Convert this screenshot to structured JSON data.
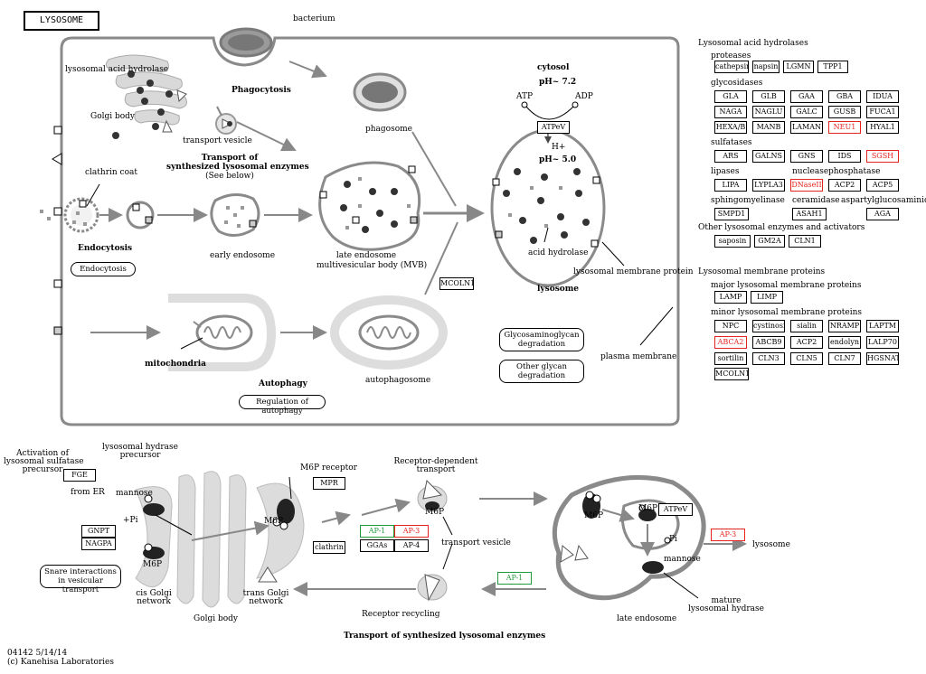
{
  "title": "LYSOSOME",
  "labels": {
    "bacterium": "bacterium",
    "lysosomal_acid_hydrolase": "lysosomal acid hydrolase",
    "golgi_body_top": "Golgi body",
    "transport_vesicle": "transport vesicle",
    "phagocytosis": "Phagocytosis",
    "phagosome": "phagosome",
    "transport_synth_1": "Transport of",
    "transport_synth_2": "synthesized lysosomal enzymes",
    "see_below": "(See below)",
    "clathrin_coat": "clathrin coat",
    "endocytosis": "Endocytosis",
    "early_endosome": "early endosome",
    "late_endosome_1": "late endosome",
    "late_endosome_2": "multivesicular body (MVB)",
    "cytosol": "cytosol",
    "ph72": "pH~ 7.2",
    "atp": "ATP",
    "adp": "ADP",
    "hplus": "H+",
    "ph50": "pH~ 5.0",
    "acid_hydrolase": "acid  hydrolase",
    "lys_membrane_protein": "lysosomal membrane protein",
    "lysosome": "lysosome",
    "mitochondria": "mitochondria",
    "autophagy": "Autophagy",
    "autophagosome": "autophagosome",
    "plasma_membrane": "plasma membrane",
    "activation_1": "Activation of",
    "activation_2": "lysosomal sulfatase",
    "activation_3": "precursor",
    "lys_hydrolase_prec_1": "lysosomal hydrase",
    "lys_hydrolase_prec_2": "precursor",
    "from_er": "from ER",
    "mannose_left": "mannose",
    "pi_plus": "+Pi",
    "m6p_a": "M6P",
    "m6p_receptor": "M6P receptor",
    "m6p_b": "M6P",
    "cis_golgi_1": "cis Golgi",
    "cis_golgi_2": "network",
    "trans_golgi_1": "trans Golgi",
    "trans_golgi_2": "network",
    "golgi_body_bottom": "Golgi body",
    "rec_dep_1": "Receptor-dependent",
    "rec_dep_2": "transport",
    "m6p_c": "M6P",
    "transport_vesicle_b": "transport vesicle",
    "receptor_recycling": "Receptor recycling",
    "m6p_d": "M6P",
    "m6p_e": "M6P",
    "pi_b": "Pi",
    "mannose_right": "mannose",
    "mature_1": "mature",
    "mature_2": "lysosomal hydrase",
    "late_endosome_b": "late endosome",
    "lysosome_b": "lysosome",
    "bottom_title": "Transport of synthesized lysosomal enzymes",
    "footer_1": "04142 5/14/14",
    "footer_2": "(c) Kanehisa Laboratories"
  },
  "rounded_boxes": {
    "endocytosis": "Endocytosis",
    "regulation_autophagy": "Regulation of autophagy",
    "gag_degradation": "Glycosaminoglycan degradation",
    "other_glycan": "Other glycan degradation",
    "snare": "Snare interactions in vesicular transport"
  },
  "diagram_boxes": {
    "atpev_top": "ATPeV",
    "mcoln1": "MCOLN1",
    "fge": "FGE",
    "gnpt": "GNPT",
    "nagpa": "NAGPA",
    "mpr": "MPR",
    "clathrin": "clathrin",
    "ap1_a": "AP-1",
    "ap3_a": "AP-3",
    "ggas": "GGAs",
    "ap4": "AP-4",
    "ap1_b": "AP-1",
    "atpev_b": "ATPeV",
    "ap3_b": "AP-3"
  },
  "legend": {
    "acid_hydrolases_title": "Lysosomal acid hydrolases",
    "proteases": "proteases",
    "protease_genes": [
      "cathepsins",
      "napsin",
      "LGMN",
      "TPP1"
    ],
    "glycosidases": "glycosidases",
    "glyco_row1": [
      "GLA",
      "GLB",
      "GAA",
      "GBA",
      "IDUA"
    ],
    "glyco_row2": [
      "NAGA",
      "NAGLU",
      "GALC",
      "GUSB",
      "FUCA1"
    ],
    "glyco_row3": [
      "HEXA/B",
      "MANB",
      "LAMAN",
      "NEU1",
      "HYAL1"
    ],
    "sulfatases": "sulfatases",
    "sulf_row": [
      "ARS",
      "GALNS",
      "GNS",
      "IDS",
      "SGSH"
    ],
    "lipases": "lipases",
    "nuclease": "nuclease",
    "phosphatase": "phosphatase",
    "lnp_row": [
      "LIPA",
      "LYPLA3",
      "DNaseII",
      "ACP2",
      "ACP5"
    ],
    "sphingomyelinase": "sphingomyelinase",
    "ceramidase": "ceramidase",
    "aspartyl": "aspartylglucosaminidase",
    "sca_row": [
      "SMPD1",
      "ASAH1",
      "AGA"
    ],
    "other_title": "Other lysosomal enzymes and activators",
    "other_row": [
      "saposin",
      "GM2A",
      "CLN1"
    ],
    "membrane_title": "Lysosomal membrane proteins",
    "major": "major lysosomal membrane proteins",
    "major_row": [
      "LAMP",
      "LIMP"
    ],
    "minor": "minor lysosomal membrane proteins",
    "minor_row1": [
      "NPC",
      "cystinosin",
      "sialin",
      "NRAMP",
      "LAPTM"
    ],
    "minor_row2": [
      "ABCA2",
      "ABCB9",
      "ACP2",
      "endolyn",
      "LALP70"
    ],
    "minor_row3": [
      "sortilin",
      "CLN3",
      "CLN5",
      "CLN7",
      "HGSNAT"
    ],
    "minor_row4": [
      "MCOLN1"
    ],
    "highlighted": [
      "NEU1",
      "SGSH",
      "DNaseII",
      "ABCA2"
    ]
  },
  "colors": {
    "highlight_red": "#e8231d",
    "highlight_green": "#1f9a3c",
    "membrane_gray": "#8a8a8a"
  }
}
